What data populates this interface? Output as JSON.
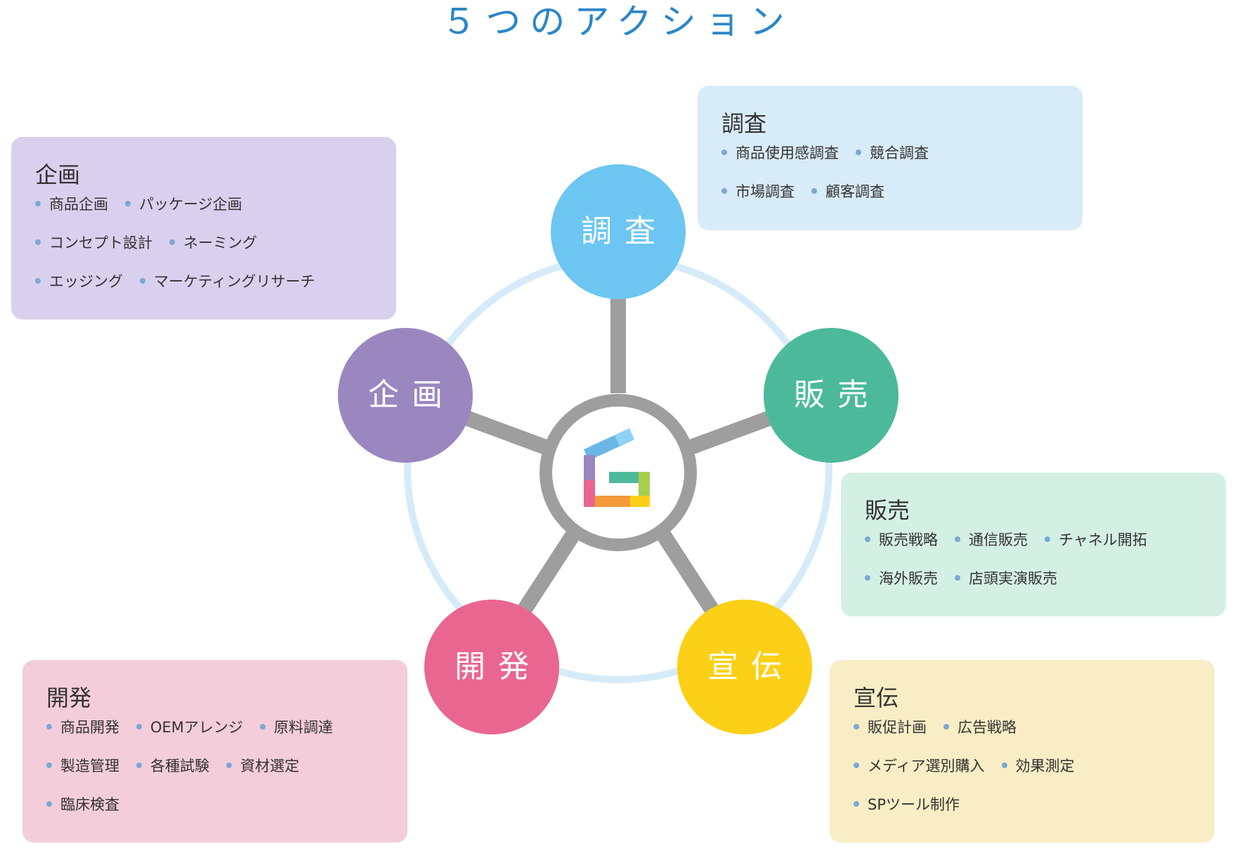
{
  "title": "５つのアクション",
  "colors": {
    "title": "#2a86c8",
    "ring": "#d6ebf9",
    "spokes": "#9e9e9e",
    "chosa": "#6cc6f1",
    "hanbai": "#4cba9a",
    "senden": "#fbd017",
    "kaihatsu": "#e96690",
    "kikaku": "#9b87c0",
    "bullet": "#7aa8d6"
  },
  "center": {
    "logo_icon": "g-logo-icon"
  },
  "nodes": {
    "chosa": "調査",
    "hanbai": "販売",
    "senden": "宣伝",
    "kaihatsu": "開発",
    "kikaku": "企画"
  },
  "boxes": {
    "kikaku": {
      "heading": "企画",
      "rows": [
        [
          "商品企画",
          "パッケージ企画"
        ],
        [
          "コンセプト設計",
          "ネーミング"
        ],
        [
          "エッジング",
          "マーケティングリサーチ"
        ]
      ]
    },
    "chosa": {
      "heading": "調査",
      "rows": [
        [
          "商品使用感調査",
          "競合調査"
        ],
        [
          "市場調査",
          "顧客調査"
        ]
      ]
    },
    "hanbai": {
      "heading": "販売",
      "rows": [
        [
          "販売戦略",
          "通信販売",
          "チャネル開拓"
        ],
        [
          "海外販売",
          "店頭実演販売"
        ]
      ]
    },
    "kaihatsu": {
      "heading": "開発",
      "rows": [
        [
          "商品開発",
          "OEMアレンジ",
          "原料調達"
        ],
        [
          "製造管理",
          "各種試験",
          "資材選定"
        ],
        [
          "臨床検査"
        ]
      ]
    },
    "senden": {
      "heading": "宣伝",
      "rows": [
        [
          "販促計画",
          "広告戦略"
        ],
        [
          "メディア選別購入",
          "効果測定"
        ],
        [
          "SPツール制作"
        ]
      ]
    }
  }
}
